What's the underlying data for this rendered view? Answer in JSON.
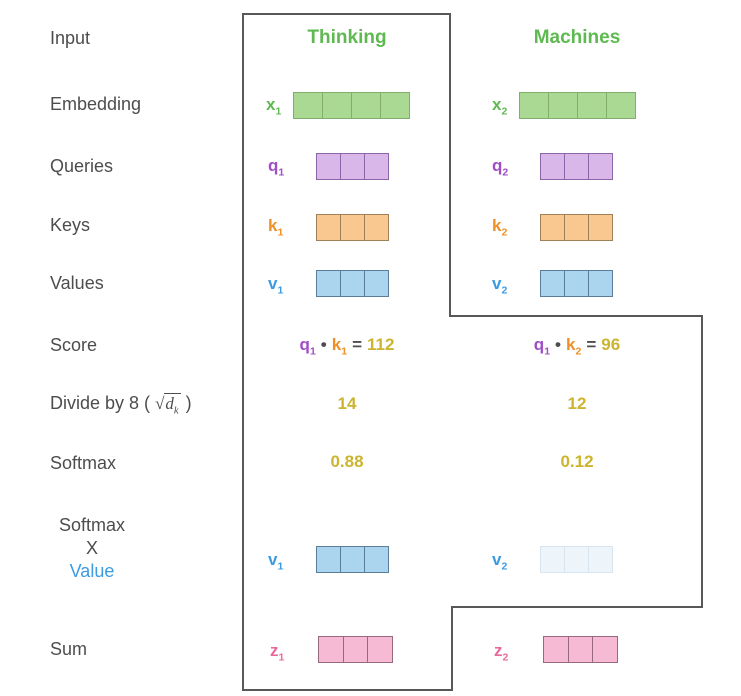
{
  "palette": {
    "label_gray": "#4d4d4d",
    "green_text": "#5eb950",
    "green_fill": "#a9d993",
    "green_border": "#82ae6d",
    "purple_text": "#a04ec7",
    "purple_fill": "#d9b7e8",
    "purple_border": "#8d66a8",
    "orange_text": "#ee8f28",
    "orange_fill": "#f9c891",
    "orange_border": "#a08058",
    "blue_text": "#3d9be2",
    "blue_fill": "#abd4ef",
    "blue_border": "#5a7d99",
    "blue_faded_fill": "#edf4fa",
    "blue_faded_border": "#d9e5ee",
    "pink_text": "#ea699d",
    "pink_fill": "#f7bad4",
    "pink_border": "#96697f",
    "gold_text": "#cdb42e",
    "outline_gray": "#58585b"
  },
  "row_labels": {
    "input": "Input",
    "embedding": "Embedding",
    "queries": "Queries",
    "keys": "Keys",
    "values": "Values",
    "score": "Score",
    "divide": {
      "prefix": "Divide by 8 (",
      "sqrt": "√",
      "radicand": "d",
      "sub": "k",
      "suffix": ")"
    },
    "softmax": "Softmax",
    "softmax_x_value": {
      "line1": "Softmax",
      "line2": "X",
      "line3": "Value"
    },
    "sum": "Sum"
  },
  "thinking": {
    "header": "Thinking",
    "x": {
      "base": "x",
      "sub": "1"
    },
    "q": {
      "base": "q",
      "sub": "1"
    },
    "k": {
      "base": "k",
      "sub": "1"
    },
    "v": {
      "base": "v",
      "sub": "1"
    },
    "score": {
      "q_base": "q",
      "q_sub": "1",
      "dot": "•",
      "k_base": "k",
      "k_sub": "1",
      "eq": "=",
      "value": "112"
    },
    "divide_value": "14",
    "softmax_value": "0.88",
    "v_weighted": {
      "base": "v",
      "sub": "1"
    },
    "z": {
      "base": "z",
      "sub": "1"
    }
  },
  "machines": {
    "header": "Machines",
    "x": {
      "base": "x",
      "sub": "2"
    },
    "q": {
      "base": "q",
      "sub": "2"
    },
    "k": {
      "base": "k",
      "sub": "2"
    },
    "v": {
      "base": "v",
      "sub": "2"
    },
    "score": {
      "q_base": "q",
      "q_sub": "1",
      "dot": "•",
      "k_base": "k",
      "k_sub": "2",
      "eq": "=",
      "value": "96"
    },
    "divide_value": "12",
    "softmax_value": "0.12",
    "v_weighted": {
      "base": "v",
      "sub": "2"
    },
    "z": {
      "base": "z",
      "sub": "2"
    }
  }
}
